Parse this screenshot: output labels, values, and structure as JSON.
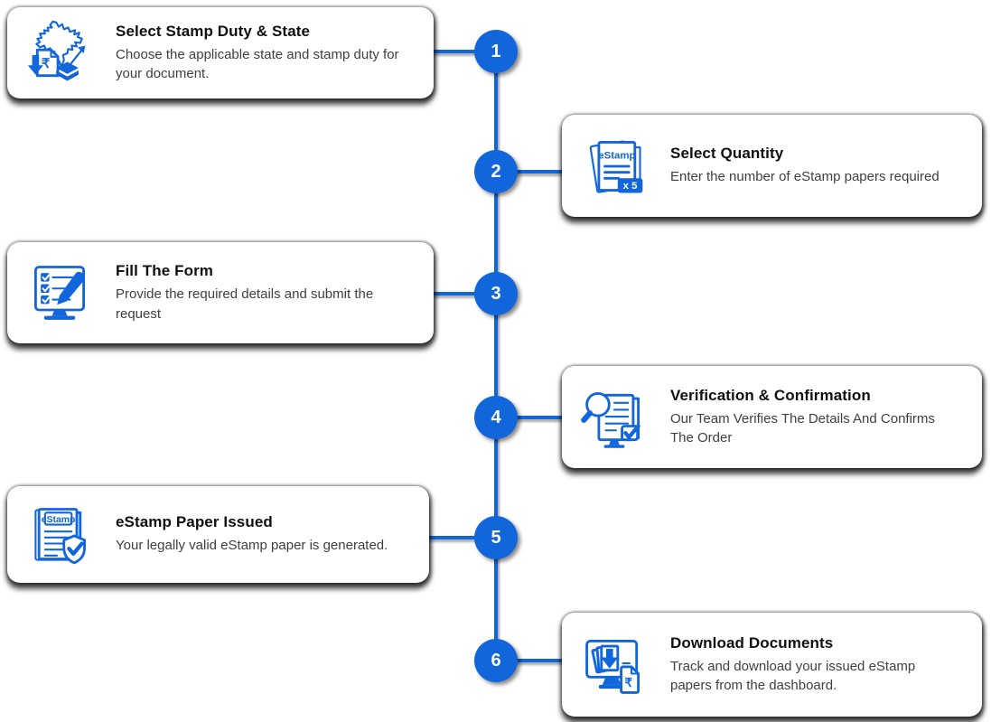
{
  "colors": {
    "accent_blue": "#1266db",
    "title_text": "#0f1012",
    "description_text": "#3d3f43",
    "card_background": "#ffffff",
    "step_number_text": "#ffffff"
  },
  "timeline": {
    "steps": [
      {
        "number": "1",
        "side": "left",
        "title": "Select Stamp Duty & State",
        "description": "Choose the applicable state and stamp duty for\nyour document.",
        "icon": "stamp-duty-state-icon",
        "icon_labels": {
          "rupee": "₹"
        }
      },
      {
        "number": "2",
        "side": "right",
        "title": "Select Quantity",
        "description": "Enter the number of eStamp papers required",
        "icon": "select-quantity-icon",
        "icon_labels": {
          "sheet": "eStamp",
          "badge": "x 5"
        }
      },
      {
        "number": "3",
        "side": "left",
        "title": "Fill The Form",
        "description": "Provide the required details and submit the\nrequest",
        "icon": "fill-form-icon"
      },
      {
        "number": "4",
        "side": "right",
        "title": "Verification & Confirmation",
        "description": "Our Team Verifies The Details And Confirms\nThe Order",
        "icon": "verification-icon"
      },
      {
        "number": "5",
        "side": "left",
        "title": "eStamp Paper Issued",
        "description": "Your legally valid eStamp paper is generated.",
        "icon": "estamp-issued-icon",
        "icon_labels": {
          "sheet": "eStamp"
        }
      },
      {
        "number": "6",
        "side": "right",
        "title": "Download Documents",
        "description": "Track and download your issued eStamp\npapers from the dashboard.",
        "icon": "download-documents-icon",
        "icon_labels": {
          "rupee": "₹"
        }
      }
    ]
  }
}
